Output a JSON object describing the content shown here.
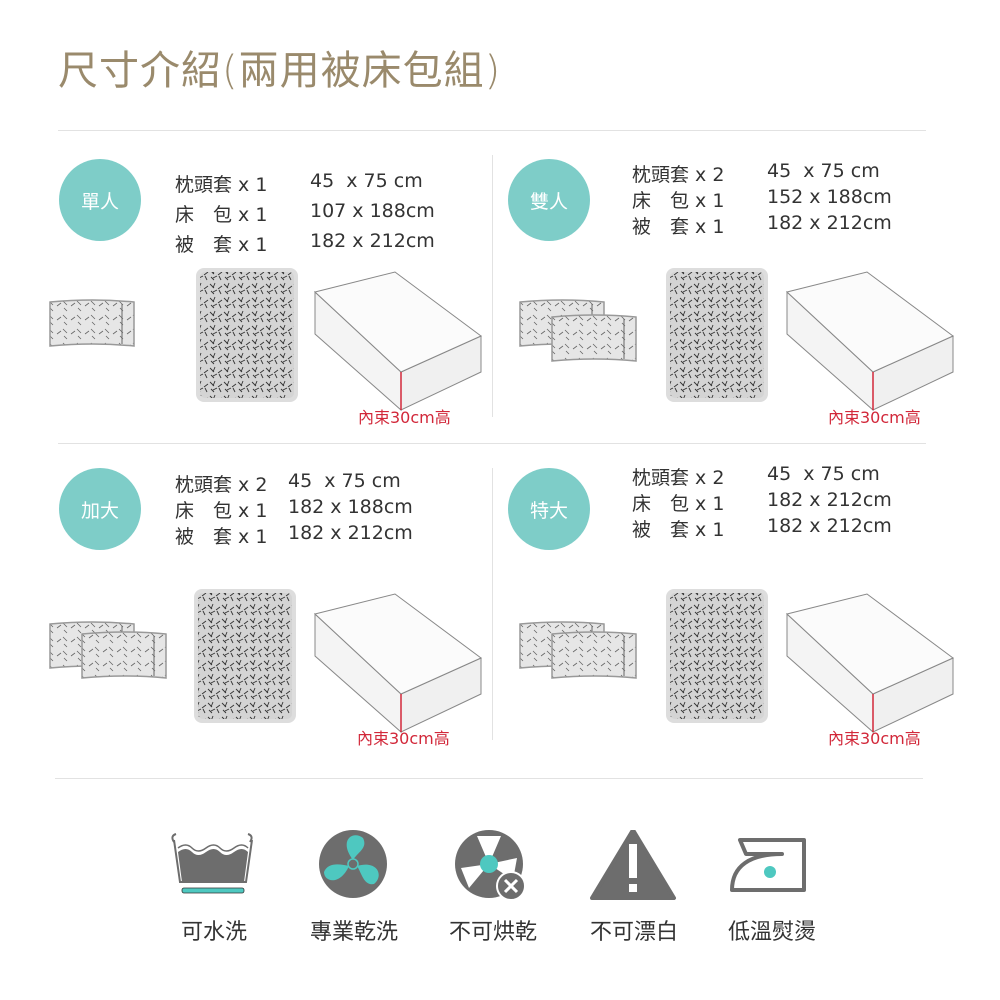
{
  "title": "尺寸介紹(兩用被床包組)",
  "quadrants": [
    {
      "size": "單人",
      "rows": [
        {
          "item": "枕頭套 x 1",
          "dim": "45  x 75 cm"
        },
        {
          "item": "床　包 x 1",
          "dim": "107 x 188cm"
        },
        {
          "item": "被　套 x 1",
          "dim": "182 x 212cm"
        }
      ],
      "note": "內束30cm高"
    },
    {
      "size": "雙人",
      "rows": [
        {
          "item": "枕頭套 x 2",
          "dim": "45  x 75 cm"
        },
        {
          "item": "床　包 x 1",
          "dim": "152 x 188cm"
        },
        {
          "item": "被　套 x 1",
          "dim": "182 x 212cm"
        }
      ],
      "note": "內束30cm高"
    },
    {
      "size": "加大",
      "rows": [
        {
          "item": "枕頭套 x 2",
          "dim": "45  x 75 cm"
        },
        {
          "item": "床　包 x 1",
          "dim": "182 x 188cm"
        },
        {
          "item": "被　套 x 1",
          "dim": "182 x 212cm"
        }
      ],
      "note": "內束30cm高"
    },
    {
      "size": "特大",
      "rows": [
        {
          "item": "枕頭套 x 2",
          "dim": "45  x 75 cm"
        },
        {
          "item": "床　包 x 1",
          "dim": "182 x 212cm"
        },
        {
          "item": "被　套 x 1",
          "dim": "182 x 212cm"
        }
      ],
      "note": "內束30cm高"
    }
  ],
  "care": [
    {
      "icon": "washable-icon",
      "label": "可水洗"
    },
    {
      "icon": "dry-clean-icon",
      "label": "專業乾洗"
    },
    {
      "icon": "no-tumble-dry-icon",
      "label": "不可烘乾"
    },
    {
      "icon": "no-bleach-icon",
      "label": "不可漂白"
    },
    {
      "icon": "low-iron-icon",
      "label": "低溫熨燙"
    }
  ],
  "colors": {
    "accent": "#7ecdc8",
    "title": "#9a8a6c",
    "note": "#d2283a",
    "icon": "#6d6d6d"
  }
}
